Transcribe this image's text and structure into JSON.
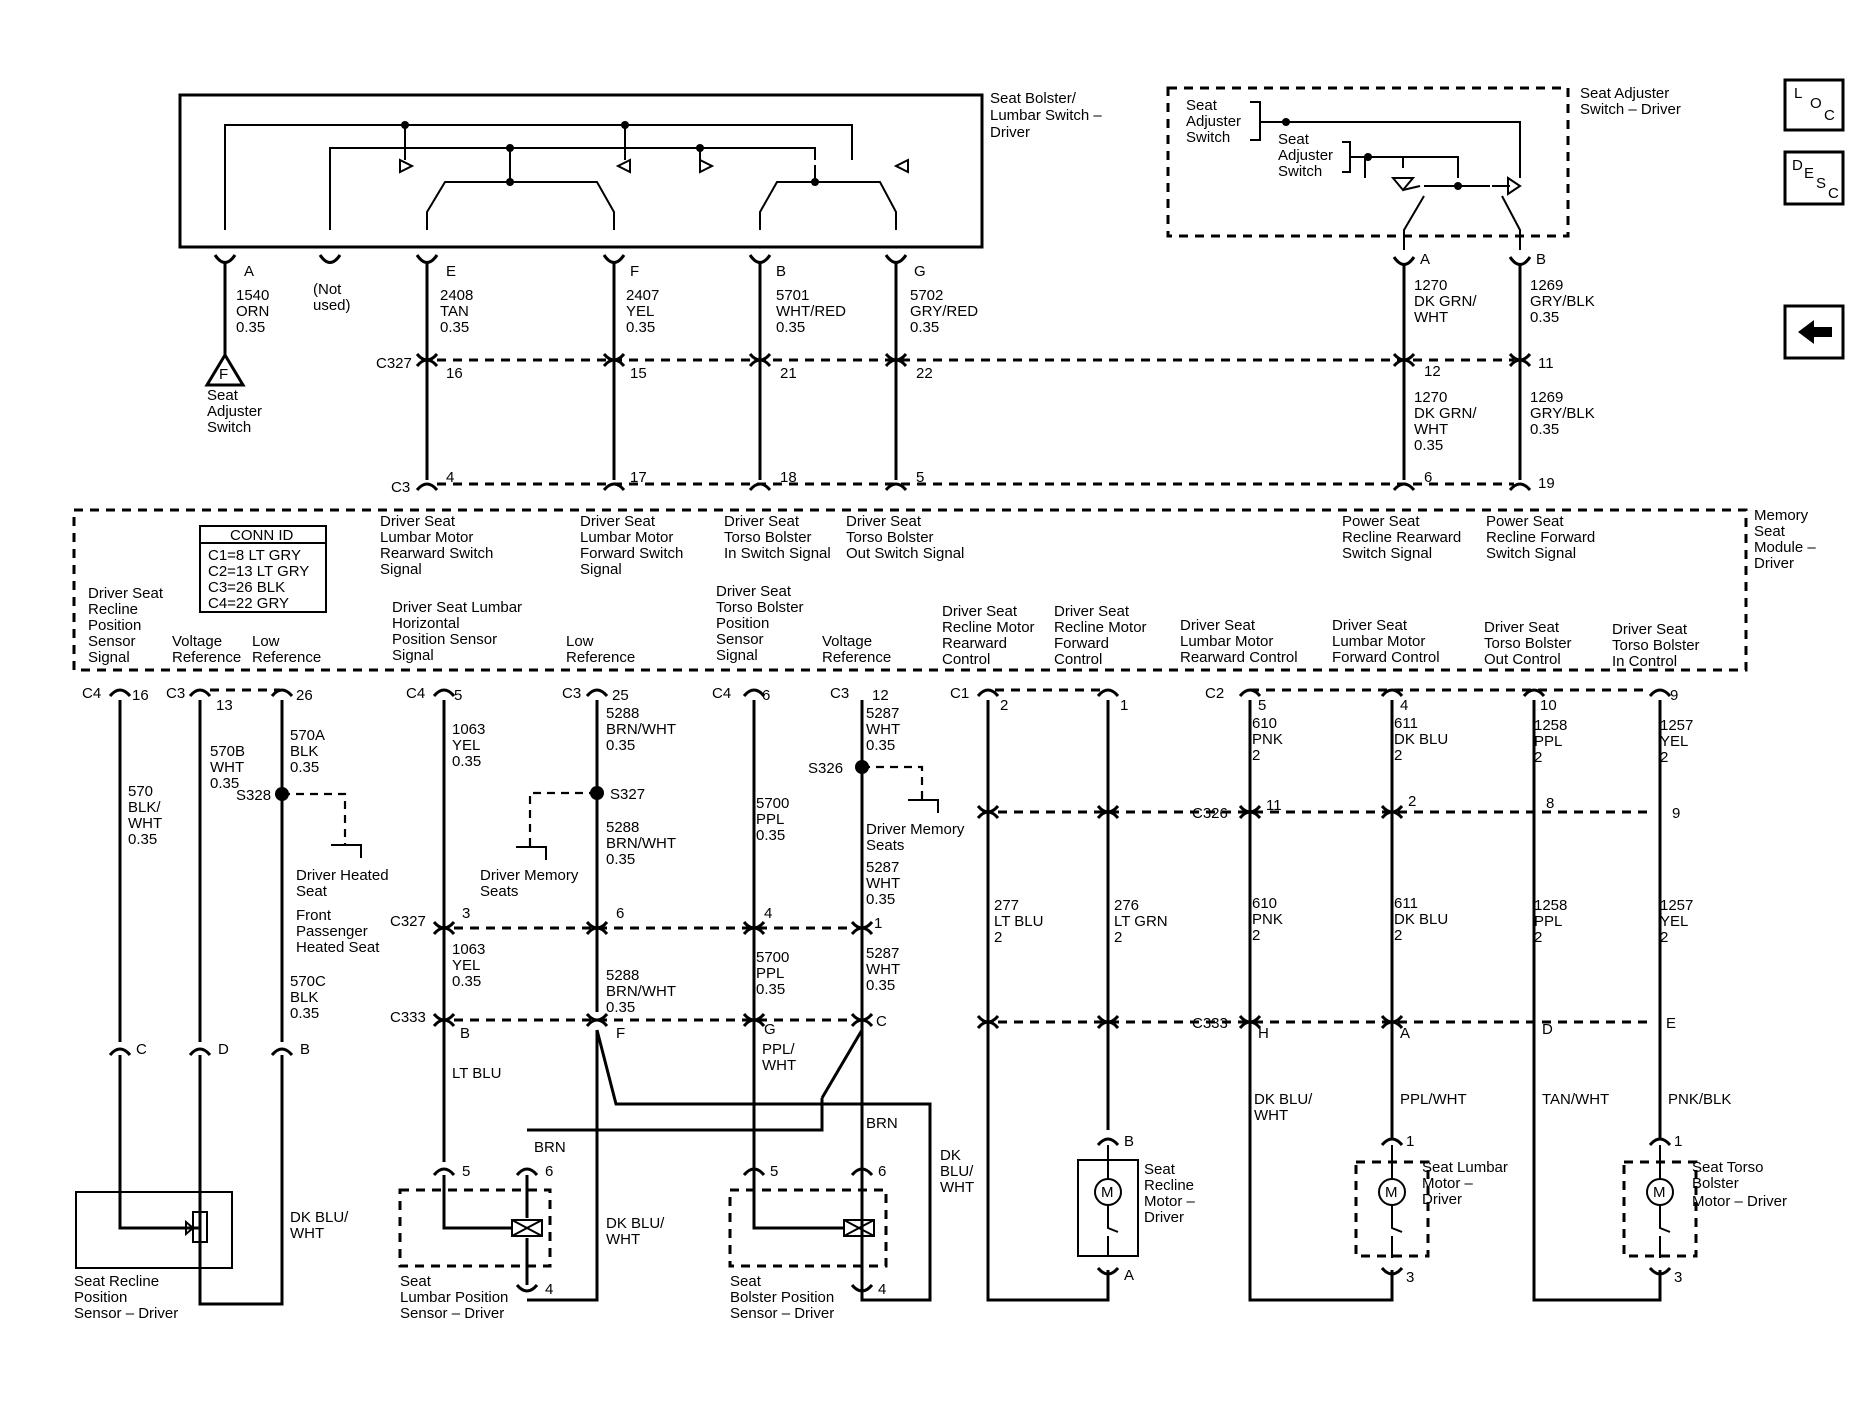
{
  "top": {
    "bolster_switch_title": [
      "Seat Bolster/",
      "Lumbar Switch –",
      "Driver"
    ],
    "pins": [
      {
        "pin": "A",
        "wire": [
          "1540",
          "ORN",
          "0.35"
        ]
      },
      {
        "pin": "E",
        "wire": [
          "2408",
          "TAN",
          "0.35"
        ]
      },
      {
        "pin": "F",
        "wire": [
          "2407",
          "YEL",
          "0.35"
        ]
      },
      {
        "pin": "B",
        "wire": [
          "5701",
          "WHT/RED",
          "0.35"
        ]
      },
      {
        "pin": "G",
        "wire": [
          "5702",
          "GRY/RED",
          "0.35"
        ]
      }
    ],
    "not_used": [
      "(Not",
      "used)"
    ],
    "ref_letter": "F",
    "ref_label": [
      "Seat",
      "Adjuster",
      "Switch"
    ],
    "adjuster_title": [
      "Seat Adjuster",
      "Switch – Driver"
    ],
    "adjuster_inner1": [
      "Seat",
      "Adjuster",
      "Switch"
    ],
    "adjuster_inner2": [
      "Seat",
      "Adjuster",
      "Switch"
    ],
    "adj_pins": [
      {
        "pin": "A",
        "wire": [
          "1270",
          "DK GRN/",
          "WHT"
        ]
      },
      {
        "pin": "B",
        "wire": [
          "1269",
          "GRY/BLK",
          "0.35"
        ]
      }
    ]
  },
  "c327_top": {
    "name": "C327",
    "pins": [
      "16",
      "15",
      "21",
      "22",
      "12",
      "11"
    ]
  },
  "mid_wires": [
    [
      "1270",
      "DK GRN/",
      "WHT",
      "0.35"
    ],
    [
      "1269",
      "GRY/BLK",
      "0.35"
    ]
  ],
  "c3_top": {
    "name": "C3",
    "pins": [
      "4",
      "17",
      "18",
      "5",
      "6",
      "19"
    ]
  },
  "module": {
    "title": [
      "Memory",
      "Seat",
      "Module –",
      "Driver"
    ],
    "conn_id": {
      "title": "CONN ID",
      "rows": [
        "C1=8 LT GRY",
        "C2=13 LT GRY",
        "C3=26 BLK",
        "C4=22 GRY"
      ]
    },
    "top_labels": [
      [
        "Driver Seat",
        "Lumbar Motor",
        "Rearward Switch",
        "Signal"
      ],
      [
        "Driver Seat",
        "Lumbar Motor",
        "Forward Switch",
        "Signal"
      ],
      [
        "Driver Seat",
        "Torso Bolster",
        "In Switch Signal"
      ],
      [
        "Driver Seat",
        "Torso Bolster",
        "Out Switch Signal"
      ],
      [
        "Power Seat",
        "Recline Rearward",
        "Switch Signal"
      ],
      [
        "Power Seat",
        "Recline Forward",
        "Switch Signal"
      ]
    ],
    "bottom_labels": [
      [
        "Driver Seat",
        "Recline",
        "Position",
        "Sensor",
        "Signal"
      ],
      [
        "Voltage",
        "Reference"
      ],
      [
        "Low",
        "Reference"
      ],
      [
        "Driver Seat Lumbar",
        "Horizontal",
        "Position Sensor",
        "Signal"
      ],
      [
        "Low",
        "Reference"
      ],
      [
        "Driver Seat",
        "Torso Bolster",
        "Position",
        "Sensor",
        "Signal"
      ],
      [
        "Voltage",
        "Reference"
      ],
      [
        "Driver Seat",
        "Recline Motor",
        "Rearward",
        "Control"
      ],
      [
        "Driver Seat",
        "Recline Motor",
        "Forward",
        "Control"
      ],
      [
        "Driver Seat",
        "Lumbar Motor",
        "Rearward Control"
      ],
      [
        "Driver Seat",
        "Lumbar Motor",
        "Forward Control"
      ],
      [
        "Driver Seat",
        "Torso Bolster",
        "Out Control"
      ],
      [
        "Driver Seat",
        "Torso Bolster",
        "In Control"
      ]
    ]
  },
  "bottom_pins": {
    "connectors": [
      "C4",
      "C3",
      "C4",
      "C3",
      "C4",
      "C3",
      "C1",
      "C2"
    ],
    "numbers": [
      "16",
      "13",
      "26",
      "5",
      "25",
      "6",
      "12",
      "2",
      "1",
      "5",
      "4",
      "10",
      "9"
    ]
  },
  "wires": {
    "w570": [
      "570",
      "BLK/",
      "WHT",
      "0.35"
    ],
    "w570b": [
      "570B",
      "WHT",
      "0.35"
    ],
    "w570a": [
      "570A",
      "BLK",
      "0.35"
    ],
    "w570c": [
      "570C",
      "BLK",
      "0.35"
    ],
    "w1063a": [
      "1063",
      "YEL",
      "0.35"
    ],
    "w1063b": [
      "1063",
      "YEL",
      "0.35"
    ],
    "w5288a": [
      "5288",
      "BRN/WHT",
      "0.35"
    ],
    "w5288b": [
      "5288",
      "BRN/WHT",
      "0.35"
    ],
    "w5288c": [
      "5288",
      "BRN/WHT",
      "0.35"
    ],
    "w5700a": [
      "5700",
      "PPL",
      "0.35"
    ],
    "w5700b": [
      "5700",
      "PPL",
      "0.35"
    ],
    "w5287a": [
      "5287",
      "WHT",
      "0.35"
    ],
    "w5287b": [
      "5287",
      "WHT",
      "0.35"
    ],
    "w5287c": [
      "5287",
      "WHT",
      "0.35"
    ],
    "w277": [
      "277",
      "LT BLU",
      "2"
    ],
    "w276": [
      "276",
      "LT GRN",
      "2"
    ],
    "w610a": [
      "610",
      "PNK",
      "2"
    ],
    "w611a": [
      "611",
      "DK BLU",
      "2"
    ],
    "w1258a": [
      "1258",
      "PPL",
      "2"
    ],
    "w1257a": [
      "1257",
      "YEL",
      "2"
    ],
    "w610b": [
      "610",
      "PNK",
      "2"
    ],
    "w611b": [
      "611",
      "DK BLU",
      "2"
    ],
    "w1258b": [
      "1258",
      "PPL",
      "2"
    ],
    "w1257b": [
      "1257",
      "YEL",
      "2"
    ]
  },
  "splices": {
    "s328": "S328",
    "s327": "S327",
    "s326": "S326",
    "heated": [
      "Driver Heated",
      "Seat"
    ],
    "front_heated": [
      "Front",
      "Passenger",
      "Heated Seat"
    ],
    "mem1": [
      "Driver Memory",
      "Seats"
    ],
    "mem2": [
      "Driver Memory",
      "Seats"
    ]
  },
  "c326": {
    "name": "C326",
    "pins": [
      "11",
      "2",
      "8",
      "9"
    ]
  },
  "c327_low": {
    "name": "C327",
    "pins": [
      "3",
      "6",
      "4",
      "1"
    ]
  },
  "c333_left": {
    "name": "C333",
    "pins": [
      "B",
      "F",
      "G",
      "C"
    ]
  },
  "c333_right": {
    "name": "C333",
    "pins": [
      "H",
      "A",
      "D",
      "E"
    ]
  },
  "lower_pins": [
    "C",
    "D",
    "B"
  ],
  "lower_colors": {
    "lt_blu": "LT BLU",
    "ppl_wht": [
      "PPL/",
      "WHT"
    ],
    "brn1": "BRN",
    "brn2": "BRN",
    "brn3": "BRN",
    "dkblu_wht1": [
      "DK BLU/",
      "WHT"
    ],
    "dkblu_wht2": [
      "DK BLU/",
      "WHT"
    ],
    "dkblu_wht3": [
      "DK",
      "BLU/",
      "WHT"
    ],
    "dkblu_wht4": [
      "DK BLU/",
      "WHT"
    ],
    "ppl_wht2": "PPL/WHT",
    "tan_wht": "TAN/WHT",
    "pnk_blk": "PNK/BLK"
  },
  "components": {
    "recline_sensor": [
      "Seat Recline",
      "Position",
      "Sensor – Driver"
    ],
    "lumbar_sensor": [
      "Seat",
      "Lumbar Position",
      "Sensor – Driver"
    ],
    "bolster_sensor": [
      "Seat",
      "Bolster Position",
      "Sensor – Driver"
    ],
    "recline_motor": [
      "Seat",
      "Recline",
      "Motor –",
      "Driver"
    ],
    "lumbar_motor": [
      "Seat Lumbar",
      "Motor –",
      "Driver"
    ],
    "torso_motor": [
      "Seat Torso",
      "Bolster",
      "Motor – Driver"
    ],
    "motor_symbol": "M",
    "sensor_pins": [
      "5",
      "6",
      "4",
      "5",
      "6",
      "4"
    ],
    "motor_pins": [
      "B",
      "A",
      "1",
      "3",
      "1",
      "3"
    ]
  },
  "nav": {
    "loc": [
      "L",
      "O",
      "C"
    ],
    "desc": [
      "D",
      "E",
      "S",
      "C"
    ],
    "back_icon": "back-arrow-icon"
  }
}
